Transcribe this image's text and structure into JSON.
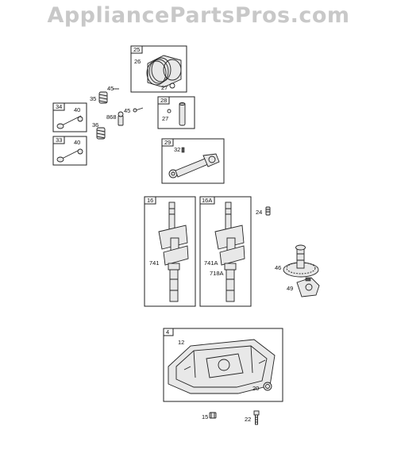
{
  "watermark": "AppliancePartsPros.com",
  "groups": {
    "g25": "25",
    "g28": "28",
    "g29": "29",
    "g34": "34",
    "g33": "33",
    "g16": "16",
    "g16a": "16A",
    "g4": "4"
  },
  "labels": {
    "p26": "26",
    "p27a": "27",
    "p27b": "27",
    "p45a": "45",
    "p35": "35",
    "p868": "868",
    "p45b": "45",
    "p40a": "40",
    "p36": "36",
    "p40b": "40",
    "p32": "32",
    "p24": "24",
    "p741": "741",
    "p741a": "741A",
    "p718a": "718A",
    "p46": "46",
    "p49": "49",
    "p12": "12",
    "p20": "20",
    "p15": "15",
    "p22": "22"
  }
}
